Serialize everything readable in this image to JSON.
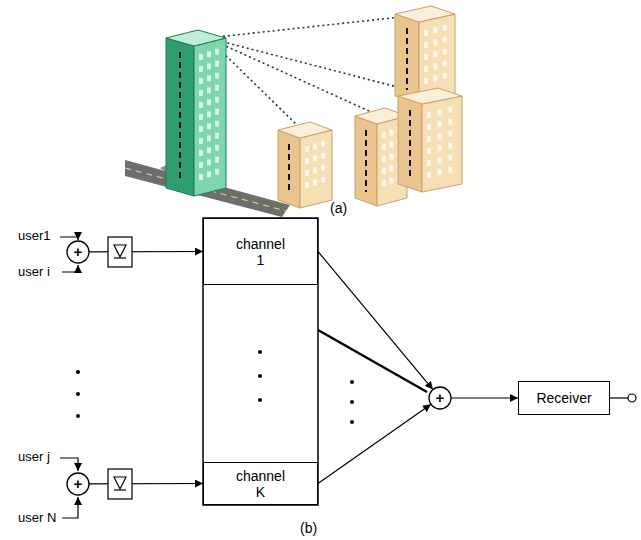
{
  "diagram": {
    "nodes": [
      {
        "text": [
          "+"
        ]
      },
      {
        "text": [
          "channel 1"
        ]
      },
      {
        "text": [
          "+"
        ]
      },
      {
        "text": [
          "channel K"
        ]
      },
      {
        "text": [
          "+"
        ]
      },
      {
        "text": [
          "Receiver"
        ]
      }
    ],
    "edges": [
      {
        "from": 0,
        "to": 1,
        "arrow": "to"
      },
      {
        "from": 2,
        "to": 3,
        "arrow": "to"
      },
      {
        "from": 1,
        "to": 4,
        "arrow": "to"
      },
      {
        "from": 3,
        "to": 4,
        "arrow": "to"
      },
      {
        "from": 4,
        "to": 5,
        "arrow": "to"
      }
    ],
    "labels": [
      "(a)",
      "user1",
      "user i",
      "user j",
      "user N",
      "(b)"
    ]
  }
}
